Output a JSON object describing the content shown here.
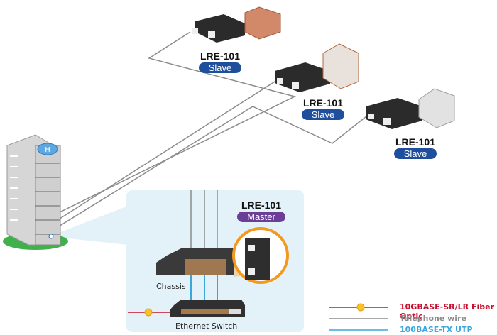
{
  "diagram": {
    "slaves": [
      {
        "model": "LRE-101",
        "role": "Slave"
      },
      {
        "model": "LRE-101",
        "role": "Slave"
      },
      {
        "model": "LRE-101",
        "role": "Slave"
      }
    ],
    "master": {
      "model": "LRE-101",
      "role": "Master"
    },
    "chassis_label": "Chassis",
    "switch_label": "Ethernet Switch",
    "colors": {
      "slave_badge": "#1f4f9c",
      "master_badge": "#6b3f96",
      "fiber": "#c8102e",
      "telephone": "#8c8c8c",
      "utp": "#3aa7dc",
      "panel_bg": "#e3f1f9",
      "ring": "#f39a1e"
    }
  },
  "legend": [
    {
      "label": "10GBASE-SR/LR Fiber Optic",
      "type": "fiber",
      "color": "#c8102e"
    },
    {
      "label": "Telephone wire",
      "type": "telephone",
      "color": "#8c8c8c"
    },
    {
      "label": "100BASE-TX UTP",
      "type": "utp",
      "color": "#3aa7dc"
    }
  ]
}
